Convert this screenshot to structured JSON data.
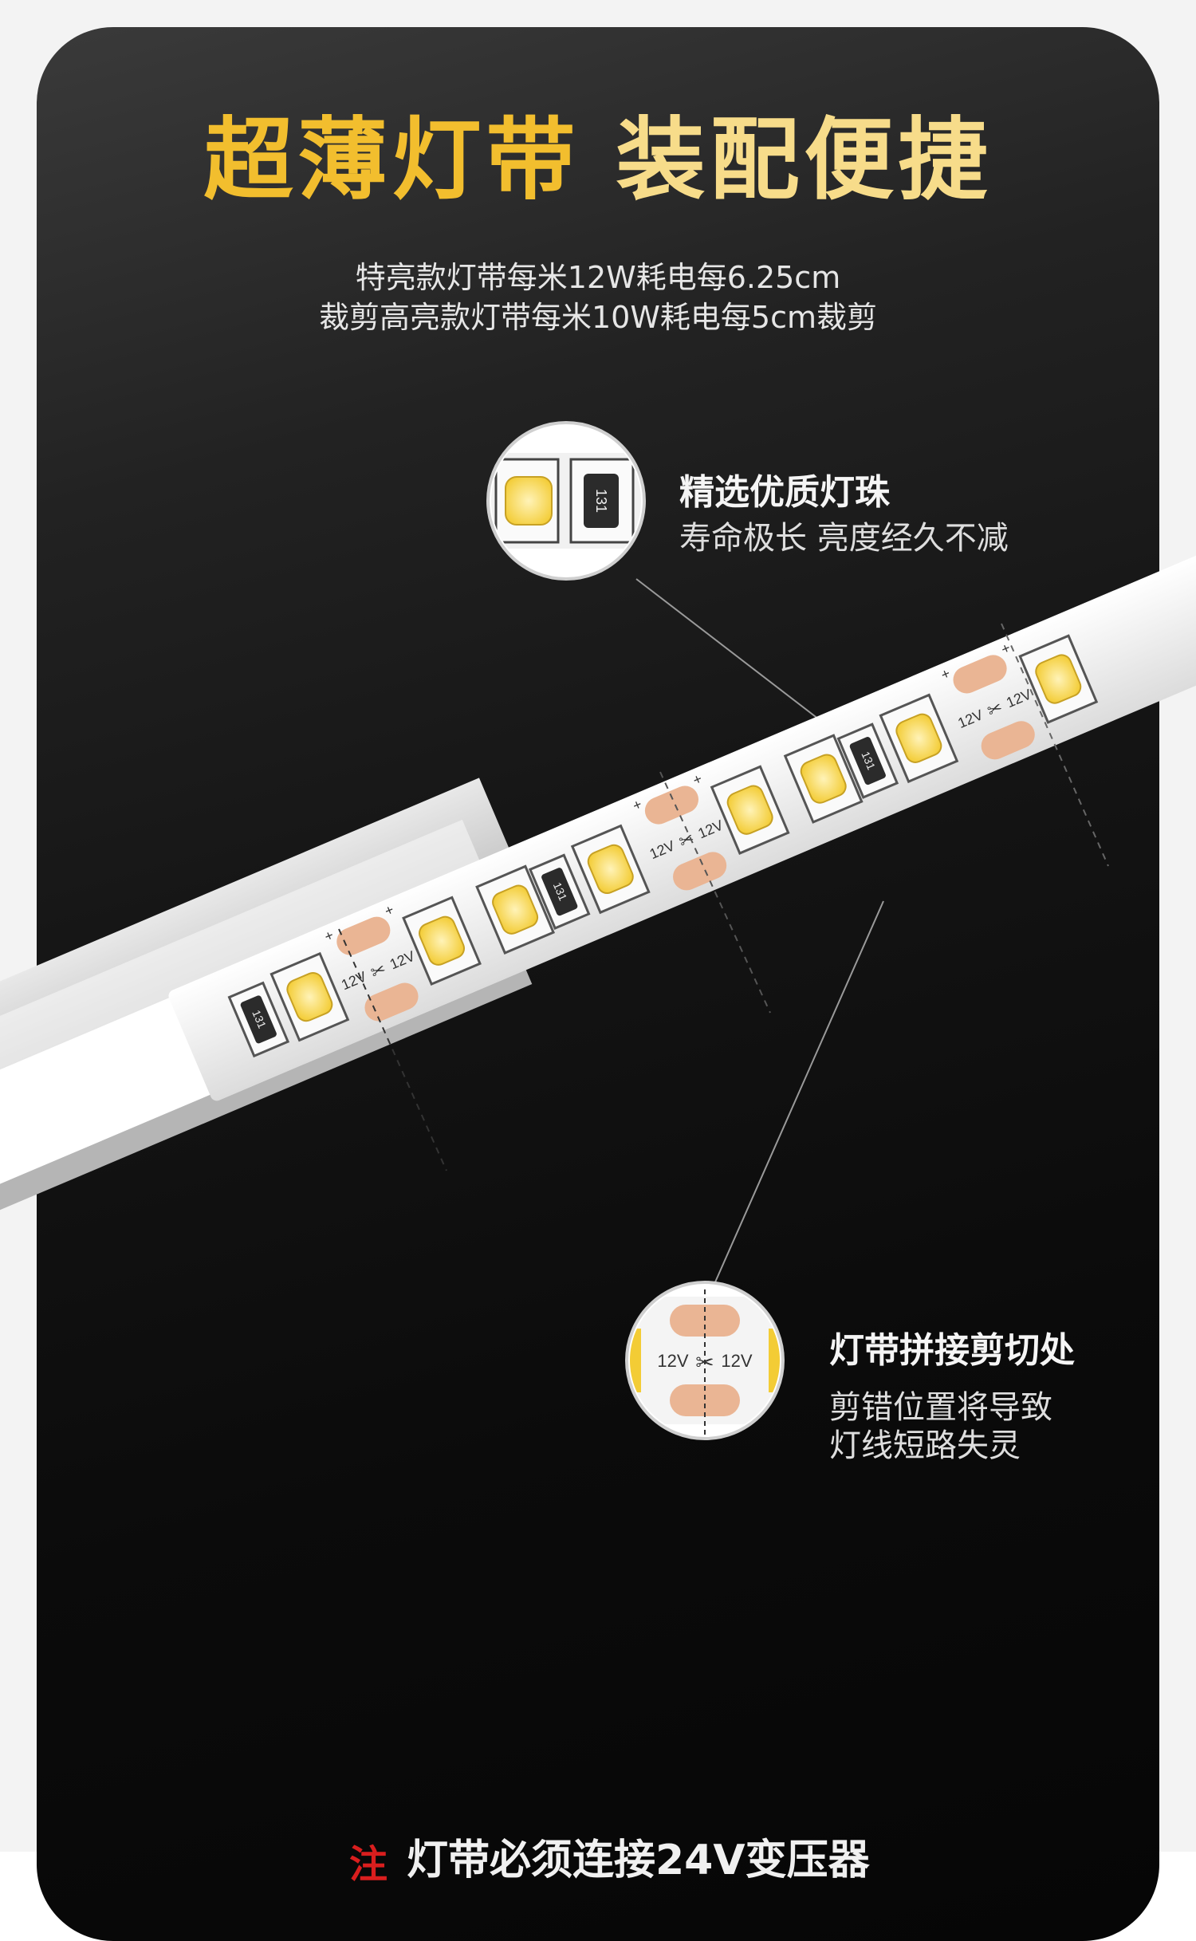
{
  "headline": {
    "part1": "超薄灯带",
    "part2": "装配便捷"
  },
  "subtitle": {
    "line1": "特亮款灯带每米12W耗电每6.25cm",
    "line2": "裁剪高亮款灯带每米10W耗电每5cm裁剪"
  },
  "features": [
    {
      "title": "精选优质灯珠",
      "desc": "寿命极长 亮度经久不减"
    },
    {
      "title": "灯带拼接剪切处",
      "desc_lines": [
        "剪错位置将导致",
        "灯线短路失灵"
      ]
    }
  ],
  "strip": {
    "voltage_label": "12V",
    "resistor_label": "131",
    "plus_sign": "+"
  },
  "bottom": {
    "mark": "注",
    "text": "灯带必须连接24V变压器"
  },
  "colors": {
    "title_yellow": "#f2be2e",
    "title_light": "#f7dc8a",
    "led_yellow": "#f6d64a",
    "pad_peach": "#eab594",
    "warning_red": "#d91e1e"
  }
}
